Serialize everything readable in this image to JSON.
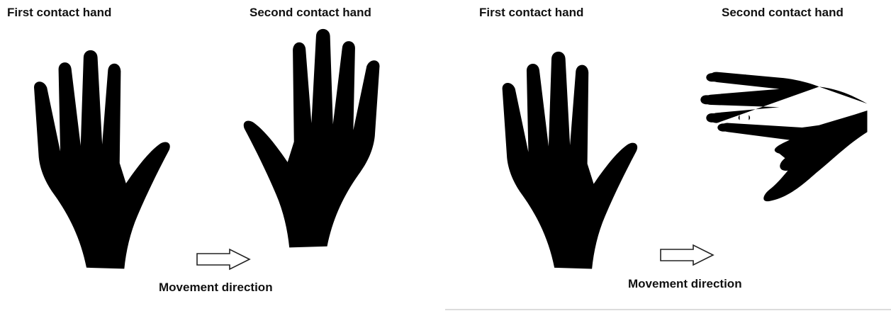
{
  "panels": [
    {
      "first_label": "First contact hand",
      "second_label": "Second contact hand",
      "movement_label": "Movement direction"
    },
    {
      "first_label": "First contact hand",
      "second_label": "Second contact hand",
      "movement_label": "Movement direction"
    }
  ]
}
